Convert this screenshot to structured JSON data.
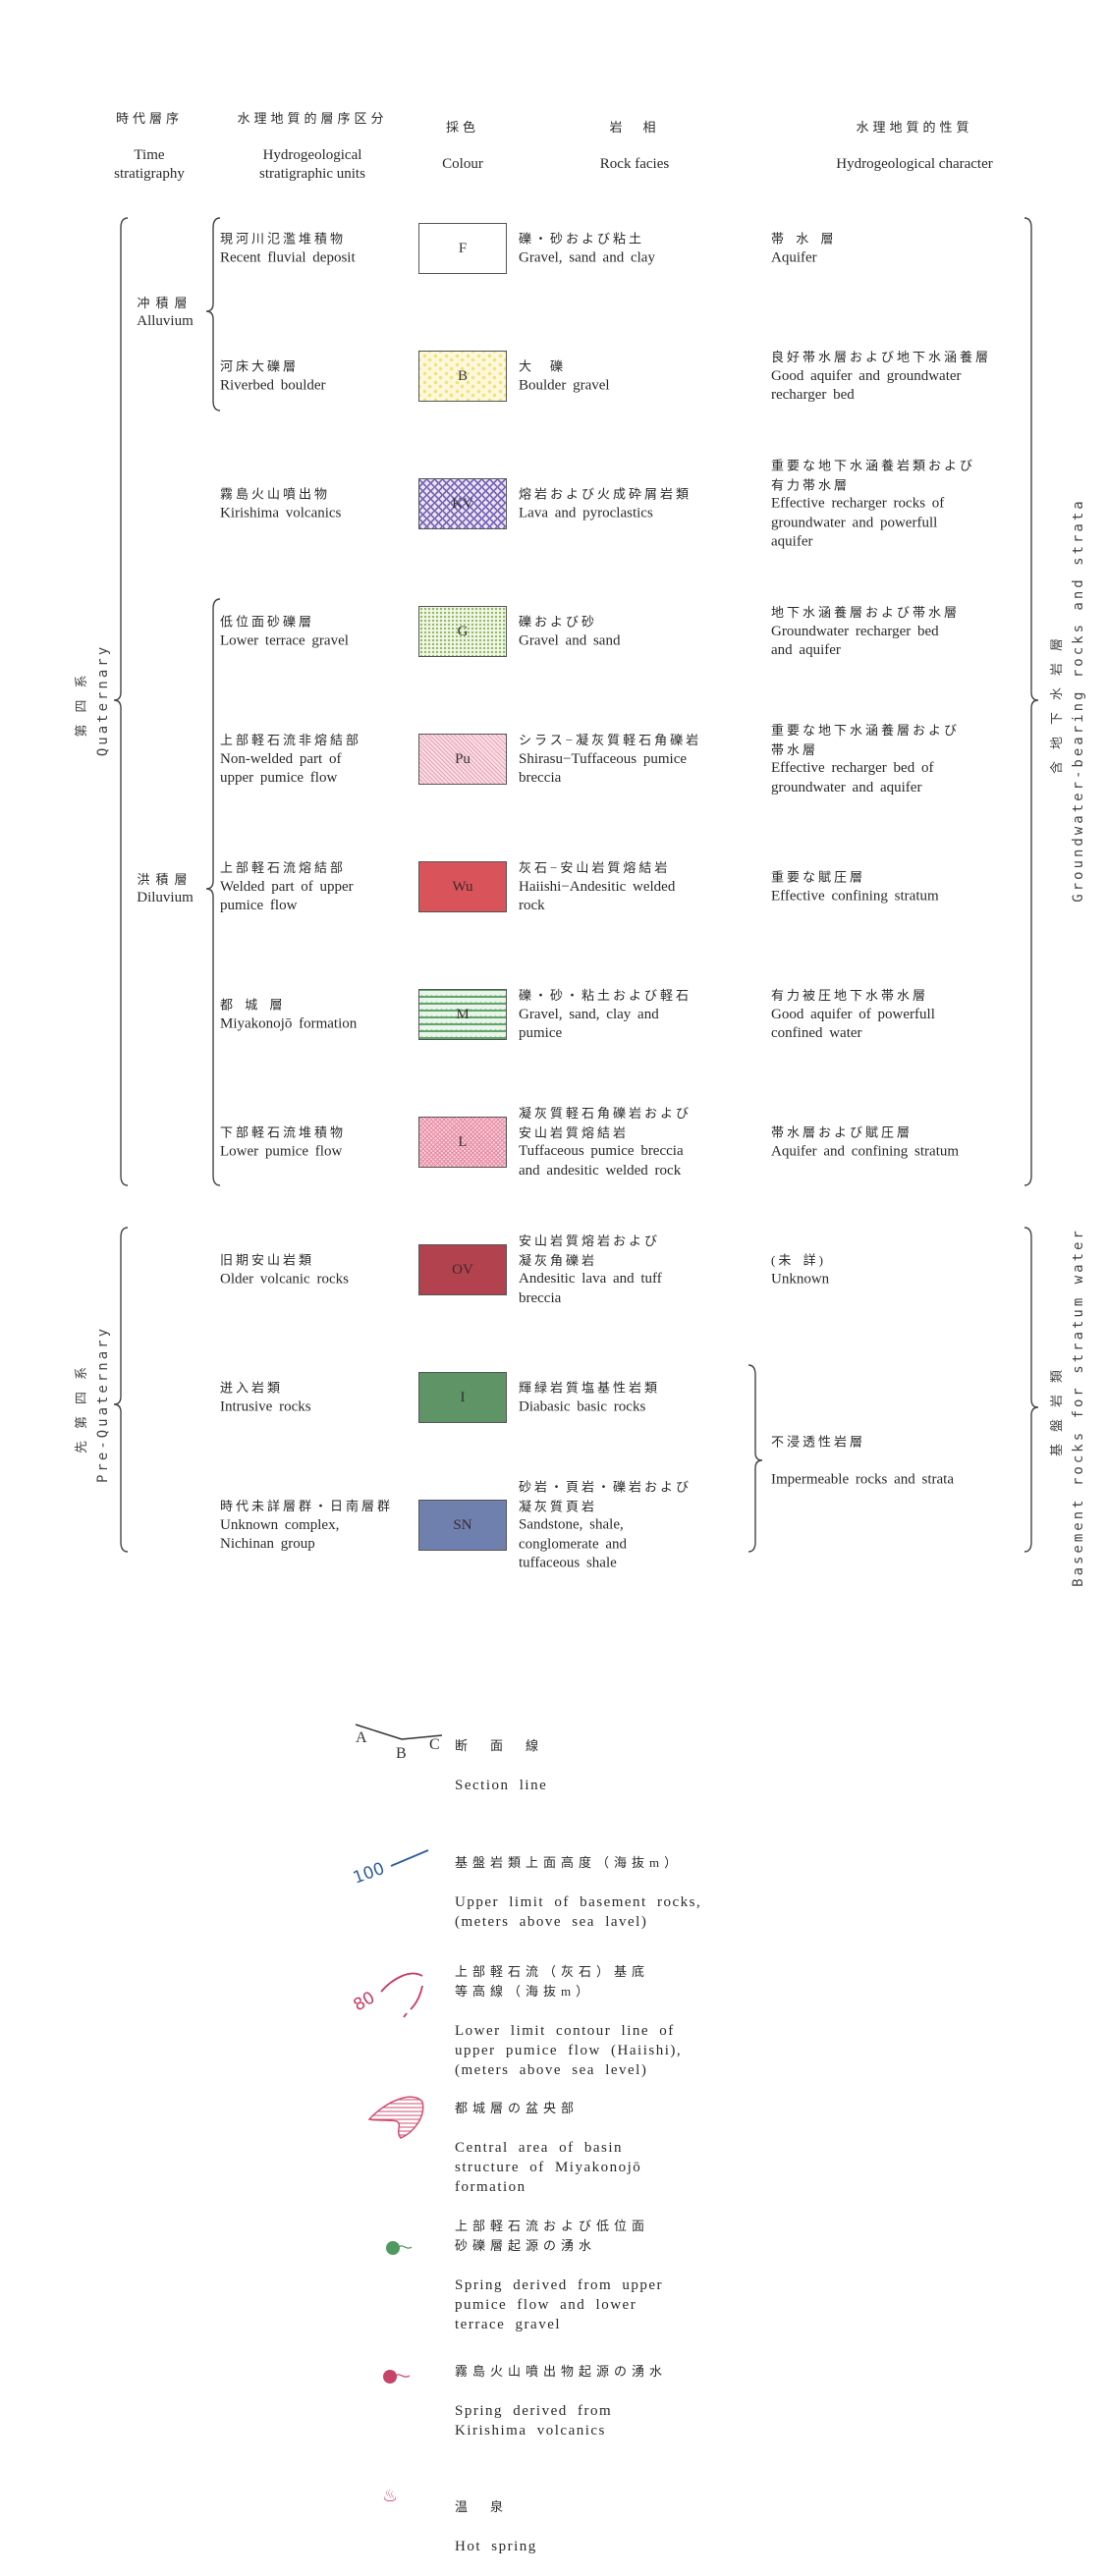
{
  "header": {
    "time_strat": {
      "ja": "時代層序",
      "en": "Time\nstratigraphy"
    },
    "units": {
      "ja": "水理地質的層序区分",
      "en": "Hydrogeological\nstratigraphic units"
    },
    "colour": {
      "ja": "採色",
      "en": "Colour"
    },
    "facies": {
      "ja": "岩　相",
      "en": "Rock facies"
    },
    "character": {
      "ja": "水理地質的性質",
      "en": "Hydrogeological character"
    }
  },
  "groups": {
    "quaternary": {
      "ja": "第四系",
      "en": "Quaternary"
    },
    "alluvium": {
      "ja": "冲積層",
      "en": "Alluvium"
    },
    "diluvium": {
      "ja": "洪積層",
      "en": "Diluvium"
    },
    "pre_quaternary": {
      "ja": "先第四系",
      "en": "Pre-Quaternary"
    },
    "groundwater": {
      "ja": "含地下水岩層",
      "en": "Groundwater-bearing rocks and strata"
    },
    "basement": {
      "ja": "基盤岩類",
      "en": "Basement rocks for stratum water"
    },
    "impermeable": {
      "ja": "不浸透性岩層",
      "en": "Impermeable rocks and strata"
    }
  },
  "rows": [
    {
      "code": "F",
      "color": "#a9cbe0",
      "pattern": "grid",
      "unit_ja": "現河川氾濫堆積物",
      "unit_en": "Recent fluvial deposit",
      "facies_ja": "礫・砂および粘土",
      "facies_en": "Gravel, sand and clay",
      "char_ja": "帯 水 層",
      "char_en": "Aquifer"
    },
    {
      "code": "B",
      "color": "#f3e27a",
      "pattern": "dots-yellow",
      "unit_ja": "河床大礫層",
      "unit_en": "Riverbed boulder",
      "facies_ja": "大　礫",
      "facies_en": "Boulder gravel",
      "char_ja": "良好帯水層および地下水涵養層",
      "char_en": "Good aquifer and groundwater\nrecharger bed"
    },
    {
      "code": "KV",
      "color": "#7b68b8",
      "pattern": "vees",
      "unit_ja": "霧島火山噴出物",
      "unit_en": "Kirishima volcanics",
      "facies_ja": "熔岩および火成砕屑岩類",
      "facies_en": "Lava and pyroclastics",
      "char_ja": "重要な地下水涵養岩類および\n有力帯水層",
      "char_en": "Effective recharger rocks of\ngroundwater and powerfull\naquifer"
    },
    {
      "code": "G",
      "color": "#8fb866",
      "pattern": "dots-green",
      "unit_ja": "低位面砂礫層",
      "unit_en": "Lower terrace gravel",
      "facies_ja": "礫および砂",
      "facies_en": "Gravel and sand",
      "char_ja": "地下水涵養層および帯水層",
      "char_en": "Groundwater recharger bed\nand aquifer"
    },
    {
      "code": "Pu",
      "color": "#e8a3b6",
      "pattern": "hatch",
      "unit_ja": "上部軽石流非熔結部",
      "unit_en": "Non-welded part of\nupper pumice flow",
      "facies_ja": "シラス−凝灰質軽石角礫岩",
      "facies_en": "Shirasu−Tuffaceous pumice\nbreccia",
      "char_ja": "重要な地下水涵養層および\n帯水層",
      "char_en": "Effective recharger bed of\ngroundwater and aquifer"
    },
    {
      "code": "Wu",
      "color": "#d9535a",
      "pattern": "solid",
      "unit_ja": "上部軽石流熔結部",
      "unit_en": "Welded part of upper\npumice flow",
      "facies_ja": "灰石−安山岩質熔結岩",
      "facies_en": "Haiishi−Andesitic welded\nrock",
      "char_ja": "重要な賦圧層",
      "char_en": "Effective confining stratum"
    },
    {
      "code": "M",
      "color": "#5fa66a",
      "pattern": "stripes",
      "unit_ja": "都 城 層",
      "unit_en": "Miyakonojō formation",
      "facies_ja": "礫・砂・粘土および軽石",
      "facies_en": "Gravel, sand, clay and\npumice",
      "char_ja": "有力被圧地下水帯水層",
      "char_en": "Good aquifer of powerfull\nconfined water"
    },
    {
      "code": "L",
      "color": "#e98aa3",
      "pattern": "cross",
      "unit_ja": "下部軽石流堆積物",
      "unit_en": "Lower pumice flow",
      "facies_ja": "凝灰質軽石角礫岩および\n安山岩質熔結岩",
      "facies_en": "Tuffaceous pumice breccia\nand andesitic welded rock",
      "char_ja": "帯水層および賦圧層",
      "char_en": "Aquifer and confining stratum"
    },
    {
      "code": "OV",
      "color": "#b2424e",
      "pattern": "solid",
      "unit_ja": "旧期安山岩類",
      "unit_en": "Older volcanic rocks",
      "facies_ja": "安山岩質熔岩および\n凝灰角礫岩",
      "facies_en": "Andesitic lava and tuff\nbreccia",
      "char_ja": "(未 詳)",
      "char_en": "Unknown"
    },
    {
      "code": "I",
      "color": "#5f9466",
      "pattern": "solid",
      "unit_ja": "迸入岩類",
      "unit_en": "Intrusive rocks",
      "facies_ja": "輝緑岩質塩基性岩類",
      "facies_en": "Diabasic basic rocks"
    },
    {
      "code": "SN",
      "color": "#6f7fae",
      "pattern": "solid",
      "unit_ja": "時代未詳層群・日南層群",
      "unit_en": "Unknown complex,\nNichinan group",
      "facies_ja": "砂岩・頁岩・礫岩および\n凝灰質頁岩",
      "facies_en": "Sandstone, shale,\nconglomerate and\ntuffaceous shale"
    }
  ],
  "legend": {
    "section_line": {
      "ja": "断　面　線",
      "en": "Section line",
      "labels": [
        "A",
        "B",
        "C"
      ]
    },
    "basement_limit": {
      "ja": "基盤岩類上面高度（海抜m）",
      "en": "Upper limit of basement rocks,\n(meters above sea lavel)",
      "value": "100",
      "color": "#2f5f9e"
    },
    "pumice_limit": {
      "ja": "上部軽石流（灰石）基底\n等高線（海抜m）",
      "en": "Lower limit contour line of\nupper pumice flow (Haiishi),\n(meters above sea level)",
      "value": "80",
      "color": "#c8395e"
    },
    "basin_center": {
      "ja": "都城層の盆央部",
      "en": "Central area of basin\nstructure of Miyakonojō\nformation",
      "color": "#d04f70"
    },
    "spring_pumice": {
      "ja": "上部軽石流および低位面\n砂礫層起源の湧水",
      "en": "Spring derived from upper\npumice flow and lower\nterrace gravel",
      "color": "#4f9a5e"
    },
    "spring_kirishima": {
      "ja": "霧島火山噴出物起源の湧水",
      "en": "Spring derived from\nKirishima volcanics",
      "color": "#c8436a"
    },
    "hot_spring": {
      "ja": "温　泉",
      "en": "Hot spring",
      "icon": "♨",
      "color": "#d04f70"
    }
  }
}
